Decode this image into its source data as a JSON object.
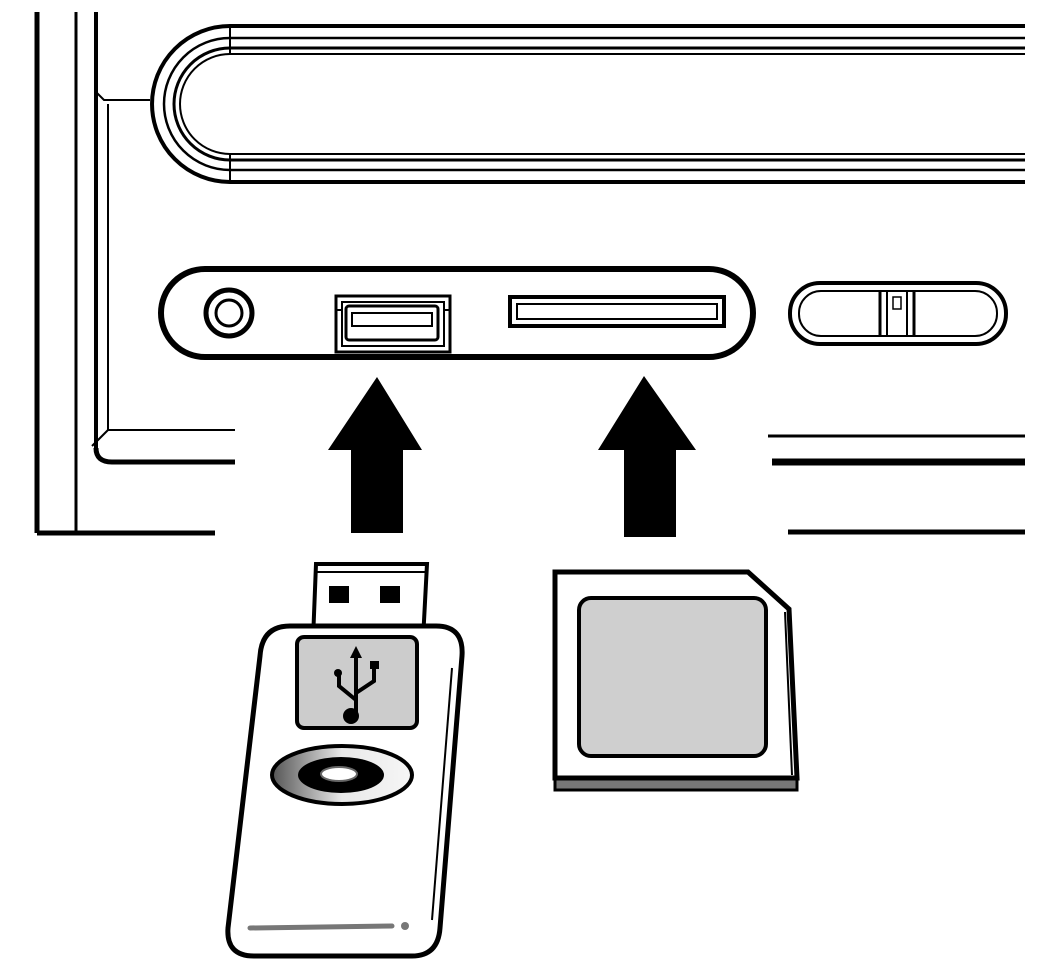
{
  "figure": {
    "labels": [],
    "colors": {
      "ink": "#000000",
      "background": "#ffffff",
      "label_fill": "#cccccc",
      "card_fill": "#cfcfcf",
      "card_edge": "#777777",
      "eject_gradient_light": "#f3f3f3",
      "eject_gradient_dark": "#555555",
      "stripe": "#777777"
    }
  },
  "parts": {
    "head_unit": {
      "name": "head-unit-panel",
      "icon": "head-unit-outline"
    },
    "disc_slot": {
      "name": "disc-slot",
      "icon": "slot-opening"
    },
    "aux_jack": {
      "name": "aux-input-jack",
      "icon": "circle-jack"
    },
    "usb_port": {
      "name": "usb-port",
      "icon": "usb-a-receptacle"
    },
    "card_slot": {
      "name": "sd-card-slot",
      "icon": "card-slot-opening"
    },
    "side_button": {
      "name": "release-button",
      "icon": "pill-button"
    },
    "usb_arrow": {
      "name": "insert-usb-arrow",
      "icon": "arrow-up-icon"
    },
    "card_arrow": {
      "name": "insert-card-arrow",
      "icon": "arrow-up-icon"
    },
    "usb_drive": {
      "name": "usb-flash-drive",
      "icon": "usb-trident-icon"
    },
    "sd_card": {
      "name": "sd-memory-card",
      "icon": "sd-card-icon"
    }
  }
}
